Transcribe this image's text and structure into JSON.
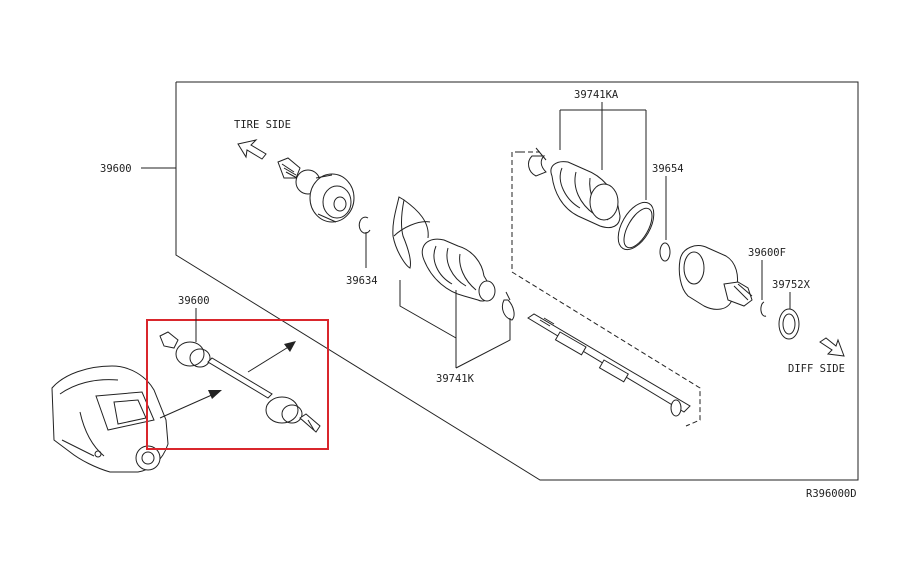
{
  "labels": {
    "tire_side": "TIRE SIDE",
    "diff_side": "DIFF SIDE",
    "part_39600_main": "39600",
    "part_39600_inset": "39600",
    "part_39634": "39634",
    "part_39741k": "39741K",
    "part_39741ka": "39741KA",
    "part_39654": "39654",
    "part_39600f": "39600F",
    "part_39752x": "39752X",
    "diagram_ref": "R396000D"
  },
  "colors": {
    "line": "#222222",
    "highlight": "#d9262c",
    "background": "#ffffff"
  }
}
